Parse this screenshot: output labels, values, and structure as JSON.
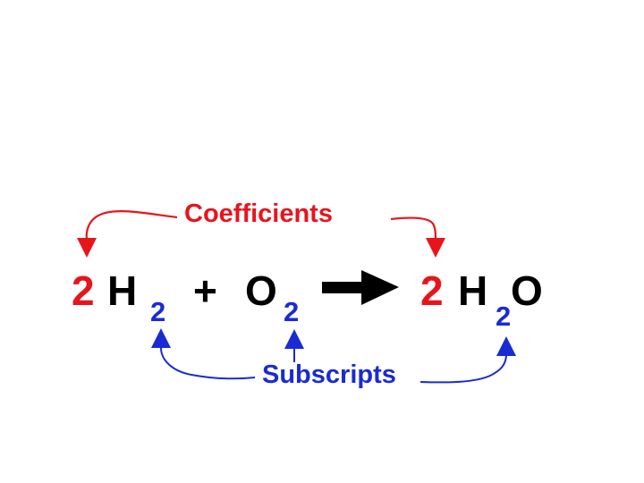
{
  "colors": {
    "coefficient": "#e8141c",
    "subscript": "#1a2bd4",
    "text": "#000000",
    "background": "#ffffff"
  },
  "labels": {
    "coefficients": "Coefficients",
    "subscripts": "Subscripts"
  },
  "equation": {
    "reactant_coefficient": "2",
    "reactant_hydrogen": "H",
    "reactant_hydrogen_subscript": "2",
    "plus": "+",
    "oxygen": "O",
    "oxygen_subscript": "2",
    "product_coefficient": "2",
    "product_hydrogen": "H",
    "product_hydrogen_subscript": "2",
    "product_oxygen": "O"
  },
  "icons": {
    "reaction_arrow": "right-arrow-icon",
    "pointer": "curved-arrow-icon"
  }
}
